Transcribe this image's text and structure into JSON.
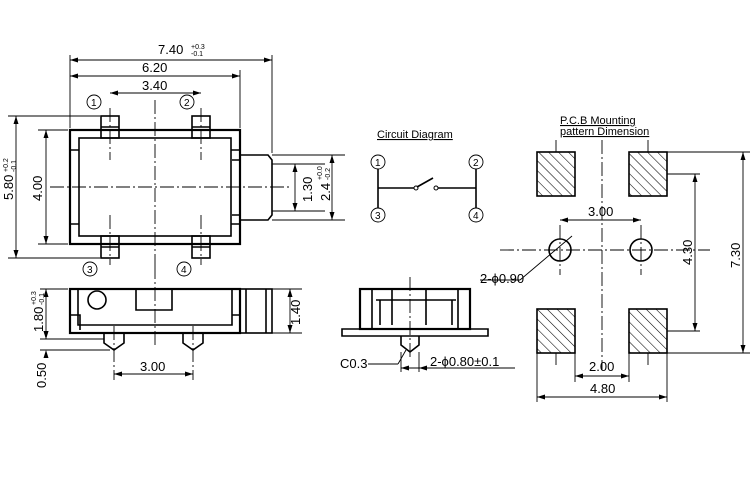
{
  "top_view": {
    "dims": {
      "overall_width": "7.40",
      "overall_width_tol_plus": "+0.3",
      "overall_width_tol_minus": "-0.1",
      "body_width": "6.20",
      "pin_pitch": "3.40",
      "overall_height": "5.80",
      "overall_height_tol_plus": "+0.2",
      "overall_height_tol_minus": "-0.1",
      "body_height": "4.00",
      "actuator_height": "1.30",
      "actuator_span": "2.4",
      "actuator_span_tol_plus": "+0.0",
      "actuator_span_tol_minus": "-0.2"
    },
    "pins": [
      "1",
      "2",
      "3",
      "4"
    ]
  },
  "front_view": {
    "dims": {
      "height": "1.80",
      "height_tol_plus": "+0.3",
      "height_tol_minus": "-0.1",
      "actuator_height": "1.40",
      "peg_spacing": "3.00",
      "standoff": "0.50"
    }
  },
  "circuit": {
    "title": "Circuit Diagram",
    "pins": [
      "1",
      "2",
      "3",
      "4"
    ]
  },
  "side_view": {
    "chamfer": "C0.3",
    "peg_dim": "2-ϕ0.80±0.1"
  },
  "pcb": {
    "title_line1": "P.C.B Mounting",
    "title_line2": "pattern Dimension",
    "hole_spacing": "3.00",
    "hole_dim": "2-ϕ0.90",
    "pad_pitch_v": "4.30",
    "overall_v": "7.30",
    "pad_gap": "2.00",
    "overall_w": "4.80"
  }
}
